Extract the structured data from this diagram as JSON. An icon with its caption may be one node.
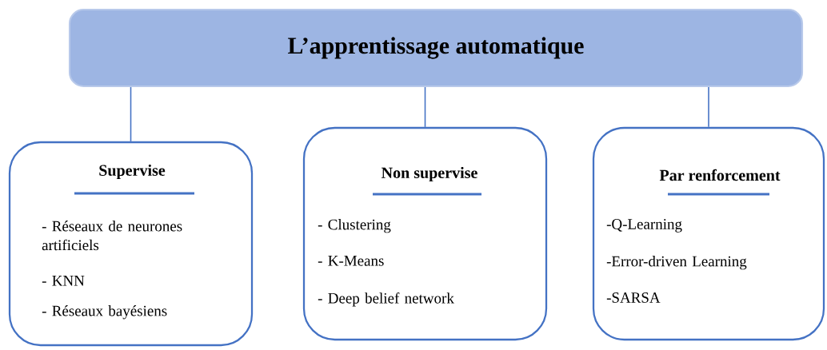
{
  "diagram": {
    "nodes": [
      {
        "text": [
          "L’apprentissage automatique"
        ]
      },
      {
        "text": [
          "Supervise",
          "- Réseaux de neurones artificiels",
          "- KNN",
          "- Réseaux bayésiens"
        ]
      },
      {
        "text": [
          "Non supervise",
          "- Clustering",
          "- K-Means",
          "- Deep belief network"
        ]
      },
      {
        "text": [
          "Par renforcement",
          "-Q-Learning",
          "-Error-driven Learning",
          "-SARSA"
        ]
      }
    ],
    "edges": [
      {
        "from": 0,
        "to": 1,
        "arrow": "none"
      },
      {
        "from": 0,
        "to": 2,
        "arrow": "none"
      },
      {
        "from": 0,
        "to": 3,
        "arrow": "none"
      }
    ]
  }
}
